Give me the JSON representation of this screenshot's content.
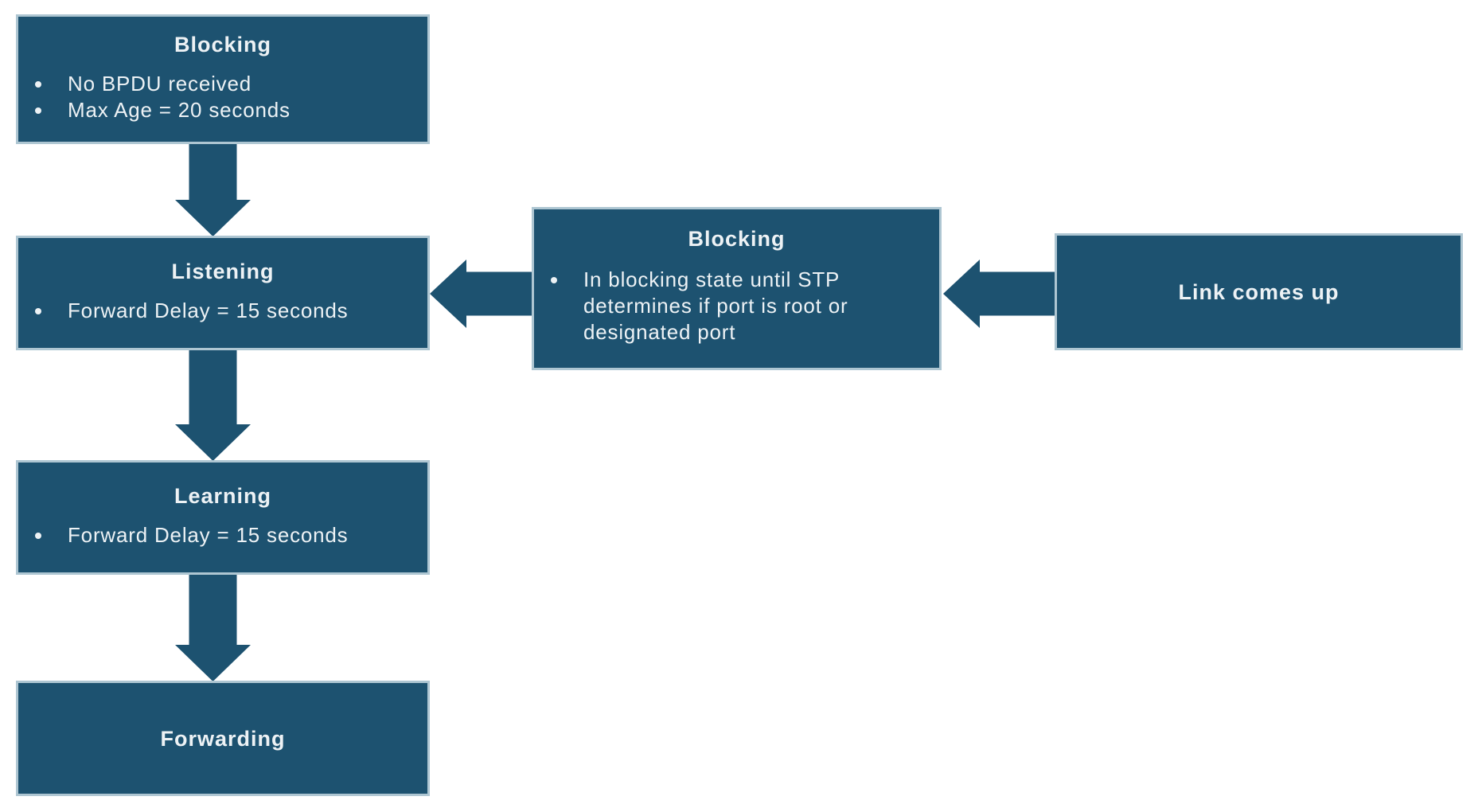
{
  "colors": {
    "box_fill": "#1d5270",
    "box_border": "#aec6d2",
    "text": "#edf2f5",
    "background": "#ffffff"
  },
  "boxes": {
    "blocking_top": {
      "title": "Blocking",
      "bullets": [
        "No BPDU received",
        "Max Age = 20 seconds"
      ]
    },
    "listening": {
      "title": "Listening",
      "bullets": [
        "Forward Delay = 15 seconds"
      ]
    },
    "learning": {
      "title": "Learning",
      "bullets": [
        "Forward Delay = 15 seconds"
      ]
    },
    "forwarding": {
      "title": "Forwarding"
    },
    "blocking_mid": {
      "title": "Blocking",
      "bullet_lines": [
        "In blocking state until STP",
        "determines if port is root or",
        "designated port"
      ]
    },
    "link_up": {
      "title": "Link comes up"
    }
  },
  "arrows": [
    {
      "name": "blocking-top-to-listening",
      "direction": "down"
    },
    {
      "name": "listening-to-learning",
      "direction": "down"
    },
    {
      "name": "learning-to-forwarding",
      "direction": "down"
    },
    {
      "name": "blocking-mid-to-listening",
      "direction": "left"
    },
    {
      "name": "link-up-to-blocking-mid",
      "direction": "left"
    }
  ]
}
